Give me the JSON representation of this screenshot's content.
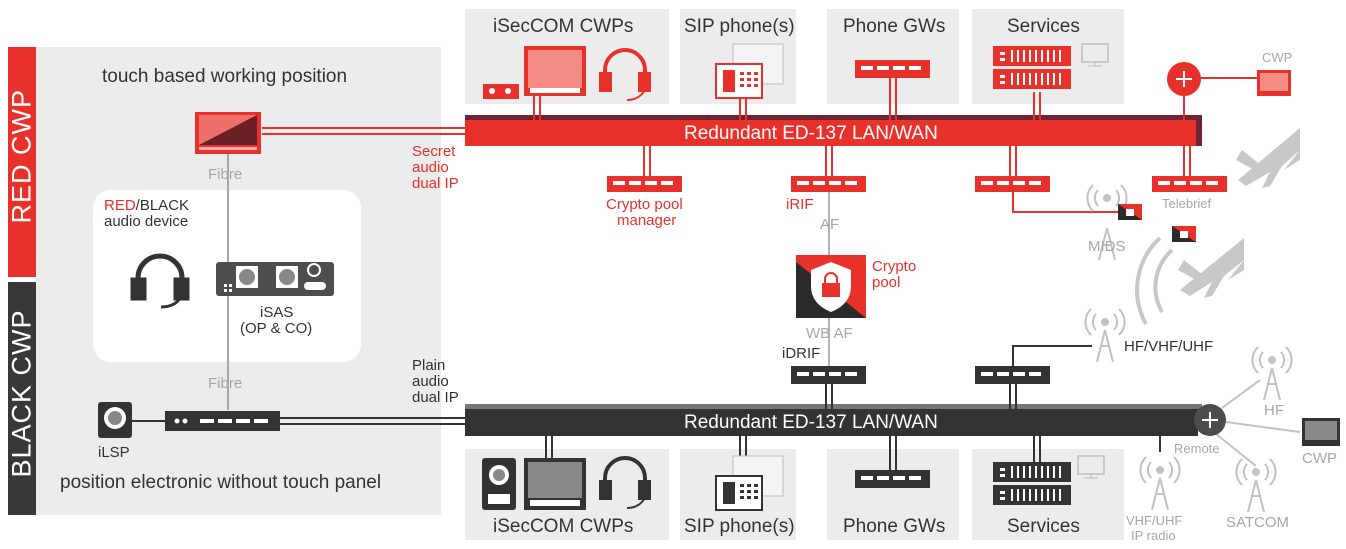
{
  "labels": {
    "red_cwp": "RED CWP",
    "black_cwp": "BLACK CWP",
    "touch_position": "touch based working position",
    "position_electronic": "position electronic without touch panel",
    "fibre_top": "Fibre",
    "fibre_bottom": "Fibre",
    "red_word": "RED",
    "slash_black": "/BLACK",
    "audio_device": "audio device",
    "isas_line1": "iSAS",
    "isas_line2": "(OP & CO)",
    "ilsp": "iLSP",
    "secret": "Secret",
    "secret_audio": "audio",
    "secret_dual_ip": "dual IP",
    "plain": "Plain",
    "plain_audio": "audio",
    "plain_dual_ip": "dual IP",
    "top_isec": "iSecCOM  CWPs",
    "top_sip": "SIP phone(s)",
    "top_gws": "Phone GWs",
    "top_services": "Services",
    "bottom_isec": "iSecCOM  CWPs",
    "bottom_sip": "SIP phone(s)",
    "bottom_gws": "Phone GWs",
    "bottom_services": "Services",
    "red_lan": "Redundant ED-137 LAN/WAN",
    "black_lan": "Redundant ED-137 LAN/WAN",
    "crypto_mgr_1": "Crypto pool",
    "crypto_mgr_2": "manager",
    "irif": "iRIF",
    "af": "AF",
    "crypto_pool_1": "Crypto",
    "crypto_pool_2": "pool",
    "wb_af": "WB AF",
    "idrif": "iDRIF",
    "mids": "MIDS",
    "telebrief": "Telebrief",
    "cwp_top": "CWP",
    "hf_vhf_uhf": "HF/VHF/UHF",
    "hf": "HF",
    "remote": "Remote",
    "cwp_right": "CWP",
    "satcom": "SATCOM",
    "vhf_uhf_1": "VHF/UHF",
    "vhf_uhf_2": "IP radio"
  },
  "colors": {
    "red": "#e8312a",
    "black": "#333333",
    "panel_grey": "#ececec",
    "light_grey": "#b3b3b3",
    "side_red": "#e8312a",
    "side_black": "#383838"
  }
}
